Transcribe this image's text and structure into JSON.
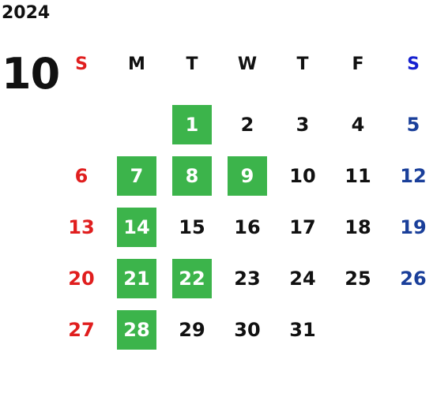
{
  "calendar": {
    "year": "2024",
    "month": "10",
    "weekdays": [
      "S",
      "M",
      "T",
      "W",
      "T",
      "F",
      "S"
    ],
    "weeks": [
      [
        {
          "day": "",
          "highlight": false
        },
        {
          "day": "",
          "highlight": false
        },
        {
          "day": "1",
          "highlight": true
        },
        {
          "day": "2",
          "highlight": false
        },
        {
          "day": "3",
          "highlight": false
        },
        {
          "day": "4",
          "highlight": false
        },
        {
          "day": "5",
          "highlight": false
        }
      ],
      [
        {
          "day": "6",
          "highlight": false
        },
        {
          "day": "7",
          "highlight": true
        },
        {
          "day": "8",
          "highlight": true
        },
        {
          "day": "9",
          "highlight": true
        },
        {
          "day": "10",
          "highlight": false
        },
        {
          "day": "11",
          "highlight": false
        },
        {
          "day": "12",
          "highlight": false
        }
      ],
      [
        {
          "day": "13",
          "highlight": false
        },
        {
          "day": "14",
          "highlight": true
        },
        {
          "day": "15",
          "highlight": false
        },
        {
          "day": "16",
          "highlight": false
        },
        {
          "day": "17",
          "highlight": false
        },
        {
          "day": "18",
          "highlight": false
        },
        {
          "day": "19",
          "highlight": false
        }
      ],
      [
        {
          "day": "20",
          "highlight": false
        },
        {
          "day": "21",
          "highlight": true
        },
        {
          "day": "22",
          "highlight": true
        },
        {
          "day": "23",
          "highlight": false
        },
        {
          "day": "24",
          "highlight": false
        },
        {
          "day": "25",
          "highlight": false
        },
        {
          "day": "26",
          "highlight": false
        }
      ],
      [
        {
          "day": "27",
          "highlight": false
        },
        {
          "day": "28",
          "highlight": true
        },
        {
          "day": "29",
          "highlight": false
        },
        {
          "day": "30",
          "highlight": false
        },
        {
          "day": "31",
          "highlight": false
        },
        {
          "day": "",
          "highlight": false
        },
        {
          "day": "",
          "highlight": false
        }
      ]
    ]
  },
  "colors": {
    "highlight": "#3cb44b",
    "sunday": "#e01e1e",
    "saturday": "#1a3f9a",
    "saturday_header": "#1520d0",
    "text": "#111111"
  }
}
